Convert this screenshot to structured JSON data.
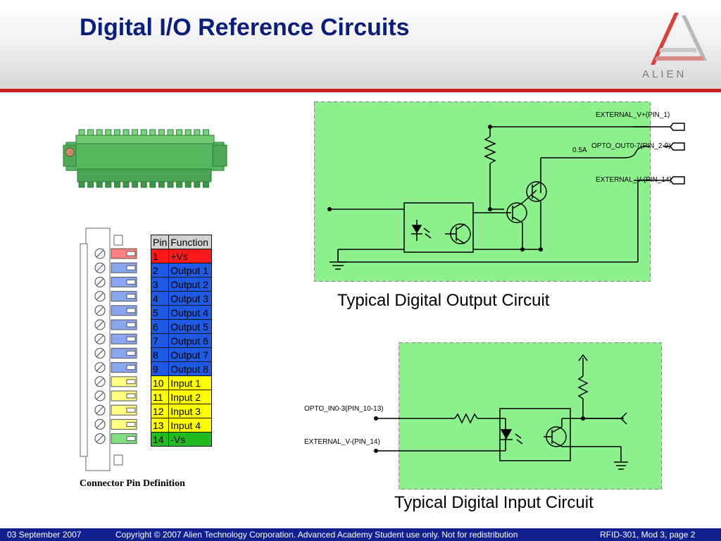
{
  "header": {
    "title": "Digital I/O Reference Circuits",
    "logo_text": "ALIEN",
    "accent_red": "#cc1f1f",
    "title_color": "#0a1e7a"
  },
  "connector": {
    "caption": "Connector Pin Definition",
    "table_headers": [
      "Pin",
      "Function"
    ],
    "rows": [
      {
        "pin": "1",
        "function": "+Vs",
        "color": "#ff1a1a",
        "text_color": "#000000"
      },
      {
        "pin": "2",
        "function": "Output 1",
        "color": "#1e5ae6",
        "text_color": "#000000"
      },
      {
        "pin": "3",
        "function": "Output 2",
        "color": "#1e5ae6",
        "text_color": "#000000"
      },
      {
        "pin": "4",
        "function": "Output 3",
        "color": "#1e5ae6",
        "text_color": "#000000"
      },
      {
        "pin": "5",
        "function": "Output 4",
        "color": "#1e5ae6",
        "text_color": "#000000"
      },
      {
        "pin": "6",
        "function": "Output 5",
        "color": "#1e5ae6",
        "text_color": "#000000"
      },
      {
        "pin": "7",
        "function": "Output 6",
        "color": "#1e5ae6",
        "text_color": "#000000"
      },
      {
        "pin": "8",
        "function": "Output 7",
        "color": "#1e5ae6",
        "text_color": "#000000"
      },
      {
        "pin": "9",
        "function": "Output 8",
        "color": "#1e5ae6",
        "text_color": "#000000"
      },
      {
        "pin": "10",
        "function": "Input 1",
        "color": "#ffff00",
        "text_color": "#000000"
      },
      {
        "pin": "11",
        "function": "Input 2",
        "color": "#ffff00",
        "text_color": "#000000"
      },
      {
        "pin": "12",
        "function": "Input 3",
        "color": "#ffff00",
        "text_color": "#000000"
      },
      {
        "pin": "13",
        "function": "Input 4",
        "color": "#ffff00",
        "text_color": "#000000"
      },
      {
        "pin": "14",
        "function": "-Vs",
        "color": "#22bb22",
        "text_color": "#000000"
      }
    ]
  },
  "output_circuit": {
    "caption": "Typical Digital Output Circuit",
    "label_ext_vplus": "EXTERNAL_V+(PIN_1)",
    "label_opto_out": "OPTO_OUT0-7(PIN_2-9)",
    "label_fuse": "0.5A",
    "label_ext_vminus": "EXTERNAL_V-(PIN_14)",
    "bg_color": "#8cf08c"
  },
  "input_circuit": {
    "caption": "Typical Digital Input Circuit",
    "label_opto_in": "OPTO_IN0-3(PIN_10-13)",
    "label_ext_vminus": "EXTERNAL_V-(PIN_14)",
    "bg_color": "#8cf08c"
  },
  "footer": {
    "date": "03 September 2007",
    "copyright": "Copyright © 2007 Alien Technology Corporation. Advanced Academy Student use only. Not for redistribution",
    "page_ref": "RFID-301, Mod 3, page 2",
    "bg_color": "#11208f"
  }
}
